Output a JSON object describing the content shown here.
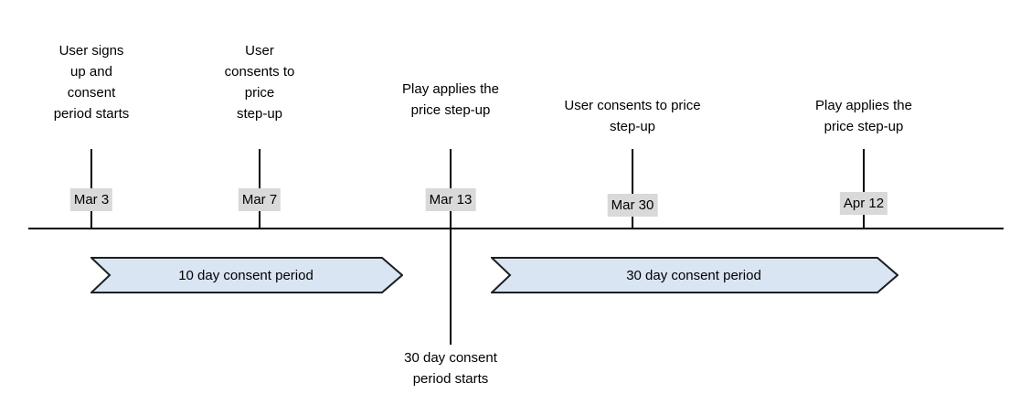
{
  "colors": {
    "background": "#ffffff",
    "line": "#000000",
    "text": "#000000",
    "date_chip_bg": "#d9d9d9",
    "arrow_fill": "#d9e5f3",
    "arrow_border": "#1c1e21"
  },
  "timeline": {
    "events": [
      {
        "date": "Mar 3",
        "label": "User signs\nup and\nconsent\nperiod starts"
      },
      {
        "date": "Mar 7",
        "label": "User\nconsents to\nprice\nstep-up"
      },
      {
        "date": "Mar 13",
        "label": "Play applies the\nprice step-up",
        "annotation_below": "30 day consent\nperiod starts"
      },
      {
        "date": "Mar 30",
        "label": "User consents to price\nstep-up"
      },
      {
        "date": "Apr 12",
        "label": "Play applies the\nprice step-up"
      }
    ],
    "periods": [
      {
        "label": "10 day consent period"
      },
      {
        "label": "30 day consent period"
      }
    ]
  }
}
